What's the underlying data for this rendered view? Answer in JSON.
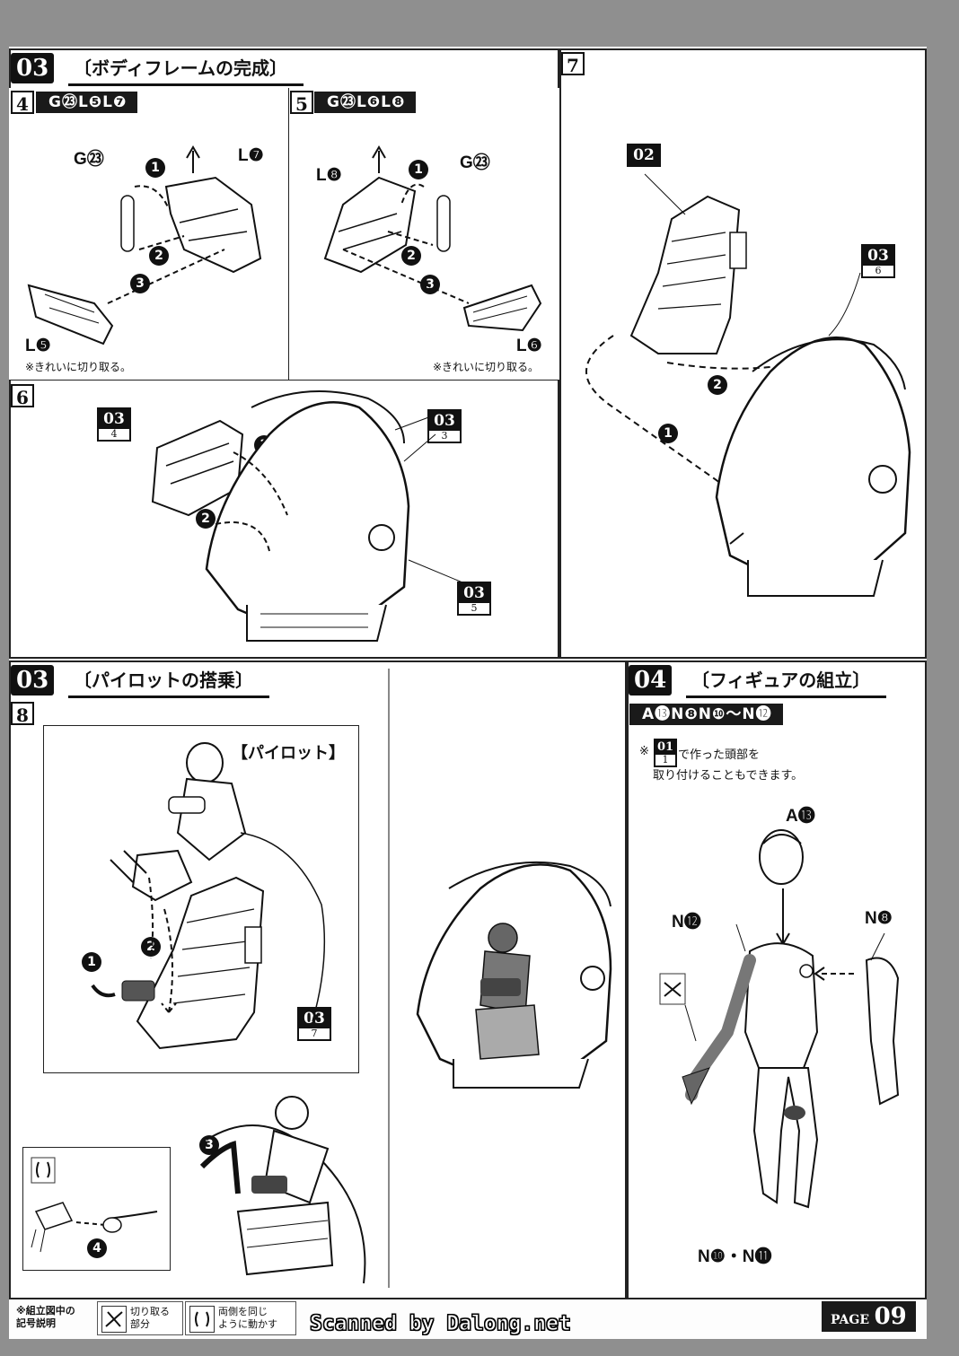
{
  "section03_body": {
    "number": "03",
    "title": "〔ボディフレームの完成〕"
  },
  "step4": {
    "number": "4",
    "parts": "G㉓L❺L❼",
    "labels": {
      "g": "G㉓",
      "l7": "L❼",
      "l5": "L❺"
    },
    "note": "※きれいに切り取る。"
  },
  "step5": {
    "number": "5",
    "parts": "G㉓L❻L❽",
    "labels": {
      "l8": "L❽",
      "g": "G㉓",
      "l6": "L❻"
    },
    "note": "※きれいに切り取る。"
  },
  "step6": {
    "number": "6",
    "refs": [
      {
        "top": "03",
        "bot": "4"
      },
      {
        "top": "03",
        "bot": "3"
      },
      {
        "top": "03",
        "bot": "5"
      }
    ]
  },
  "step7": {
    "number": "7",
    "refs": [
      {
        "top": "02",
        "bot": ""
      },
      {
        "top": "03",
        "bot": "6"
      }
    ]
  },
  "section03_pilot": {
    "number": "03",
    "title": "〔パイロットの搭乗〕"
  },
  "step8": {
    "number": "8",
    "inset_title": "【パイロット】",
    "ref": {
      "top": "03",
      "bot": "7"
    }
  },
  "section04": {
    "number": "04",
    "title": "〔フィギュアの組立〕",
    "parts": "A⓭N❽N❿～N⓬",
    "note_ref": {
      "top": "01",
      "bot": "1"
    },
    "note_line1": "で作った頭部を",
    "note_line2": "取り付けることもできます。",
    "labels": {
      "a13": "A⓭",
      "n12": "N⓬",
      "n8": "N❽",
      "n10_11": "N❿・N⓫"
    }
  },
  "steps_markers": [
    "1",
    "2",
    "3",
    "4"
  ],
  "footer": {
    "legend_title_1": "※組立図中の",
    "legend_title_2": "記号説明",
    "cut_1": "切り取る",
    "cut_2": "部分",
    "move_1": "両側を同じ",
    "move_2": "ように動かす",
    "scanned": "Scanned by Dalong.net",
    "page_word": "PAGE",
    "page_num": "09"
  }
}
